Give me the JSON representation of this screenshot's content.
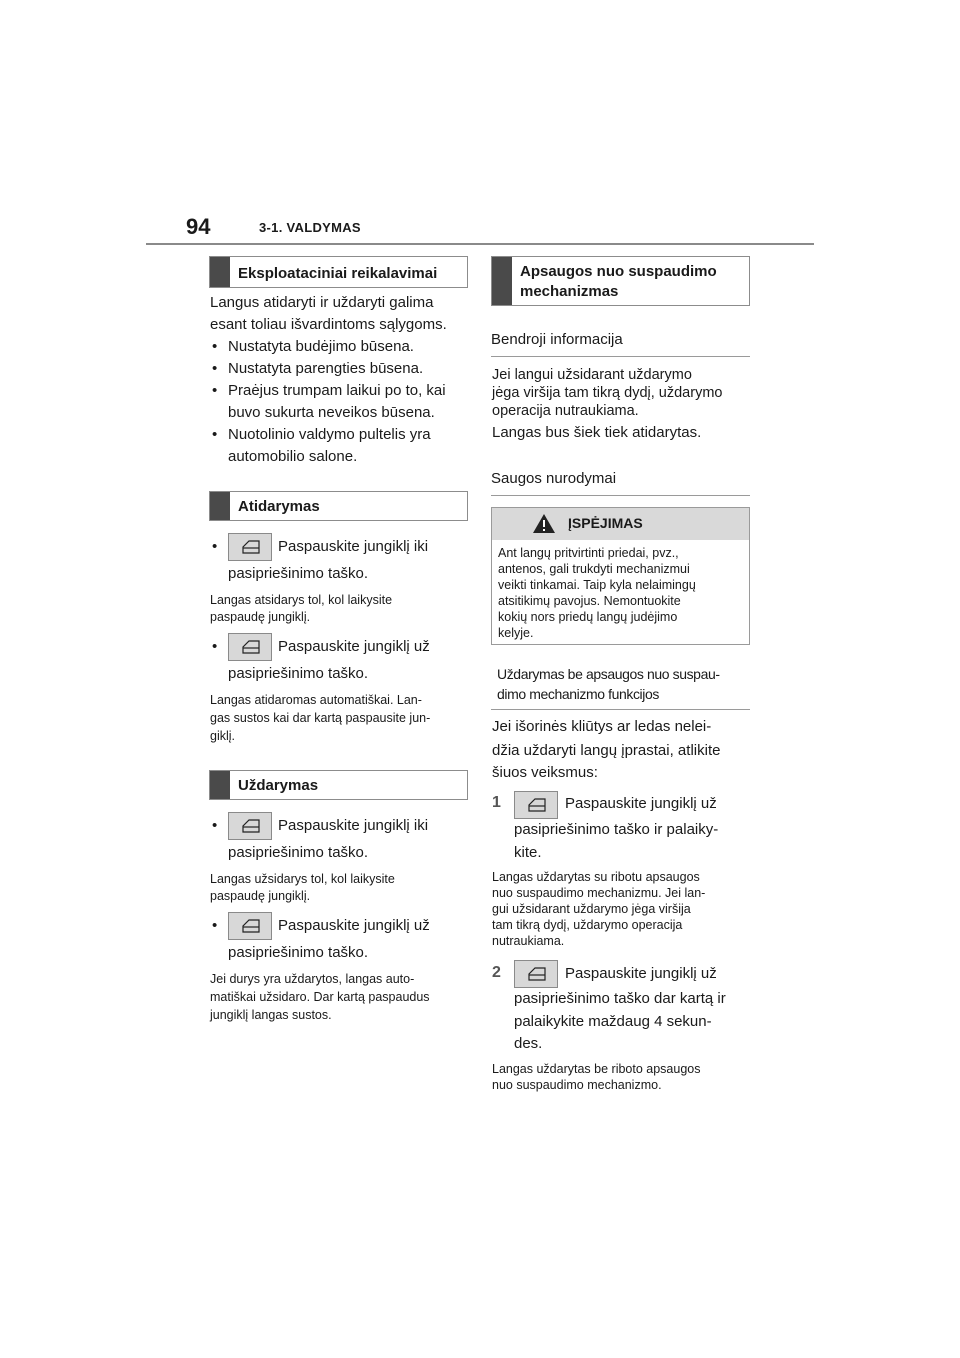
{
  "header": {
    "page_number": "94",
    "chapter": "3-1. VALDYMAS"
  },
  "left": {
    "sec1": {
      "title": "Eksploataciniai reikalavimai",
      "intro1": "Langus atidaryti ir uždaryti galima",
      "intro2": "esant toliau išvardintoms sąlygoms.",
      "b1": "Nustatyta budėjimo būsena.",
      "b2": "Nustatyta parengties būsena.",
      "b3a": "Praėjus trumpam laikui po to, kai",
      "b3b": "buvo sukurta neveikos būsena.",
      "b4a": "Nuotolinio valdymo pultelis yra",
      "b4b": "automobilio salone."
    },
    "sec2": {
      "title": "Atidarymas",
      "i1a": "Paspauskite jungiklį iki",
      "i1b": "pasipriešinimo taško.",
      "n1a": "Langas atsidarys tol, kol laikysite",
      "n1b": "paspaudę jungiklį.",
      "i2a": "Paspauskite jungiklį už",
      "i2b": "pasipriešinimo taško.",
      "n2a": "Langas atidaromas automatiškai. Lan-",
      "n2b": "gas sustos kai dar kartą paspausite jun-",
      "n2c": "giklį."
    },
    "sec3": {
      "title": "Uždarymas",
      "i1a": "Paspauskite jungiklį iki",
      "i1b": "pasipriešinimo taško.",
      "n1a": "Langas užsidarys tol, kol laikysite",
      "n1b": "paspaudę jungiklį.",
      "i2a": "Paspauskite jungiklį už",
      "i2b": "pasipriešinimo taško.",
      "n2a": "Jei durys yra uždarytos, langas auto-",
      "n2b": "matiškai užsidaro. Dar kartą paspaudus",
      "n2c": "jungiklį langas sustos."
    },
    "bullet": "•"
  },
  "right": {
    "sec_title_1": "Apsaugos nuo suspaudimo",
    "sec_title_2": "mechanizmas",
    "sub1": "Bendroji informacija",
    "p1a": "Jei langui užsidarant uždarymo",
    "p1b": "jėga viršija tam tikrą dydį, uždarymo",
    "p1c": "operacija nutraukiama.",
    "p2": "Langas bus šiek tiek atidarytas.",
    "sub2": "Saugos nurodymai",
    "warning": {
      "title": "ĮSPĖJIMAS",
      "l1": "Ant langų pritvirtinti priedai, pvz.,",
      "l2": "antenos, gali trukdyti mechanizmui",
      "l3": "veikti tinkamai. Taip kyla nelaimingų",
      "l4": "atsitikimų pavojus. Nemontuokite",
      "l5": "kokių nors priedų langų judėjimo",
      "l6": "kelyje."
    },
    "sub3a": "Uždarymas be apsaugos nuo suspau-",
    "sub3b": "dimo mechanizmo funkcijos",
    "p3a": "Jei išorinės kliūtys ar ledas nelei-",
    "p3b": "džia uždaryti langų įprastai, atlikite",
    "p3c": "šiuos veiksmus:",
    "s1num": "1",
    "s1a": "Paspauskite jungiklį už",
    "s1b": "pasipriešinimo taško ir palaiky-",
    "s1c": "kite.",
    "s1n1": "Langas uždarytas su ribotu apsaugos",
    "s1n2": "nuo suspaudimo mechanizmu. Jei lan-",
    "s1n3": "gui užsidarant uždarymo jėga viršija",
    "s1n4": "tam tikrą dydį, uždarymo operacija",
    "s1n5": "nutraukiama.",
    "s2num": "2",
    "s2a": "Paspauskite jungiklį už",
    "s2b": "pasipriešinimo taško dar kartą ir",
    "s2c": "palaikykite maždaug 4 sekun-",
    "s2d": "des.",
    "s2n1": "Langas uždarytas be riboto apsaugos",
    "s2n2": "nuo suspaudimo mechanizmo."
  }
}
